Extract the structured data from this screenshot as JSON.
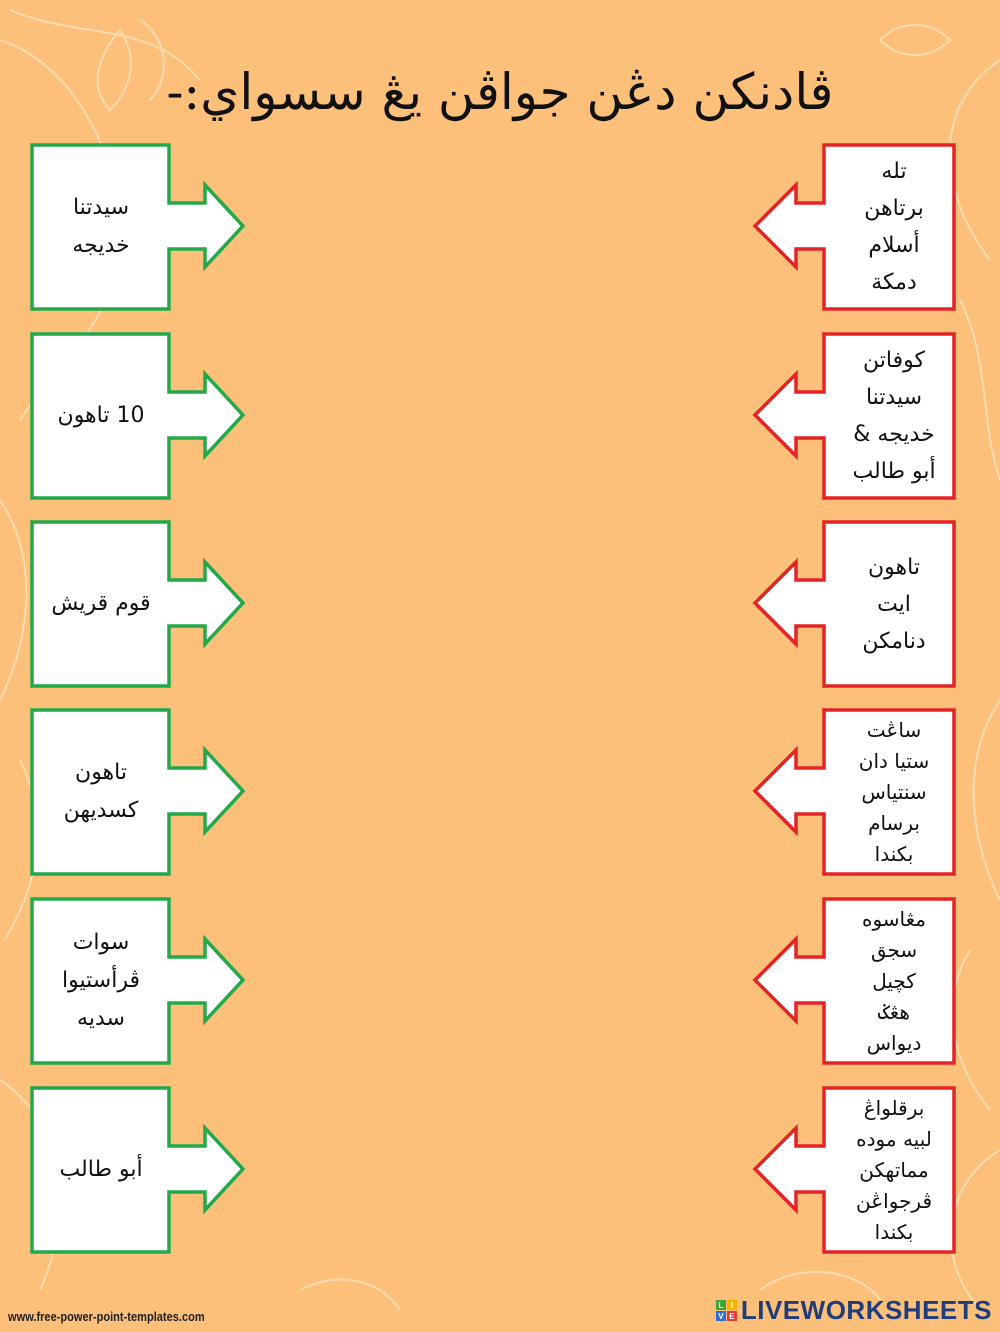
{
  "title": "ڤادنكن دڠن جواڤن يڠ سسواي:-",
  "colors": {
    "background": "#FDC07B",
    "left_border": "#22A94A",
    "right_border": "#E42424",
    "box_fill": "#FFFFFF",
    "text": "#111111",
    "brand": "#1F3D7A"
  },
  "left_items": [
    {
      "label": "سيدتنا\nخديجه"
    },
    {
      "label": "10 تاهون"
    },
    {
      "label": "قوم قريش"
    },
    {
      "label": "تاهون\nكسديهن"
    },
    {
      "label": "سوات\nڤرأستيوا\nسديه"
    },
    {
      "label": "أبو طالب"
    }
  ],
  "right_items": [
    {
      "label": "تله\nبرتاهن\nأسلام\nدمكة"
    },
    {
      "label": "كوفاتن\nسيدتنا\nخديجه &\nأبو طالب"
    },
    {
      "label": "تاهون\nايت\nدنامكن"
    },
    {
      "label": "ساڠت\nستيا دان\nسنتياس\nبرسام\nبكندا"
    },
    {
      "label": "مڠاسوه\nسجق\nكچيل\nهڠݢ\nديواس"
    },
    {
      "label": "برقلواڠ\nلبيه موده\nمماتهكن\nڤرجواڠن\nبكندا"
    }
  ],
  "footer": {
    "source_url": "www.free-power-point-templates.com",
    "brand": "LIVEWORKSHEETS",
    "brand_logo_letters": [
      "L",
      "I",
      "V",
      "E"
    ]
  }
}
